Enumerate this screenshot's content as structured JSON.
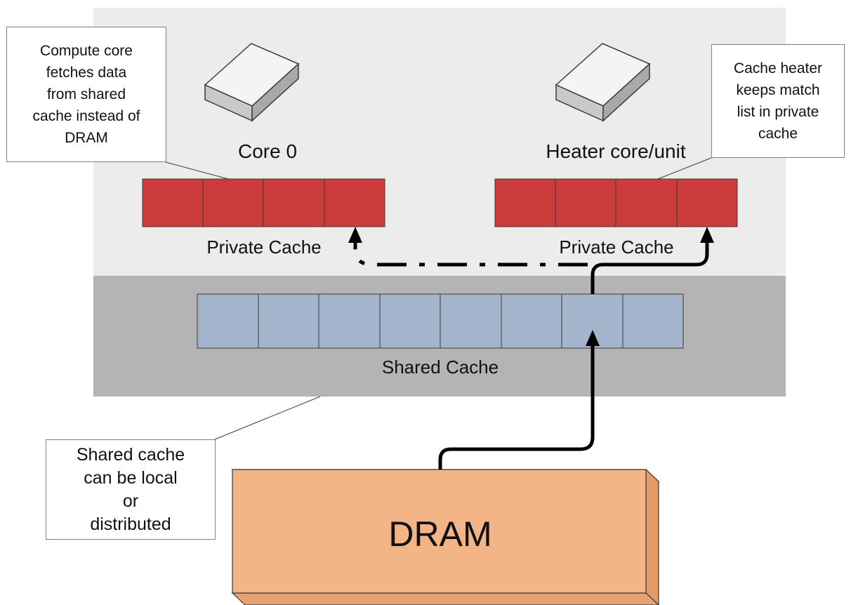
{
  "colors": {
    "private_region": "#ececec",
    "shared_region": "#b4b4b4",
    "private_cache_cell": "#cc3c3c",
    "shared_cache_cell": "#a3b4cc",
    "dram": "#f3b586",
    "core_top": "#f4f4f4",
    "core_side": "#b8b8b8"
  },
  "core0": {
    "label": "Core 0",
    "icon": "core-chip-icon"
  },
  "heater": {
    "label": "Heater core/unit",
    "icon": "core-chip-icon"
  },
  "private_cache_left": {
    "label": "Private Cache",
    "cells": 4
  },
  "private_cache_right": {
    "label": "Private Cache",
    "cells": 4
  },
  "shared_cache": {
    "label": "Shared Cache",
    "cells": 8
  },
  "dram": {
    "label": "DRAM"
  },
  "callouts": {
    "compute_core": [
      "Compute core",
      "fetches data",
      "from shared",
      "cache instead of",
      "DRAM"
    ],
    "cache_heater": [
      "Cache heater",
      "keeps match",
      "list in private",
      "cache"
    ],
    "shared_cache": [
      "Shared cache",
      "can be local",
      "or",
      "distributed"
    ]
  }
}
